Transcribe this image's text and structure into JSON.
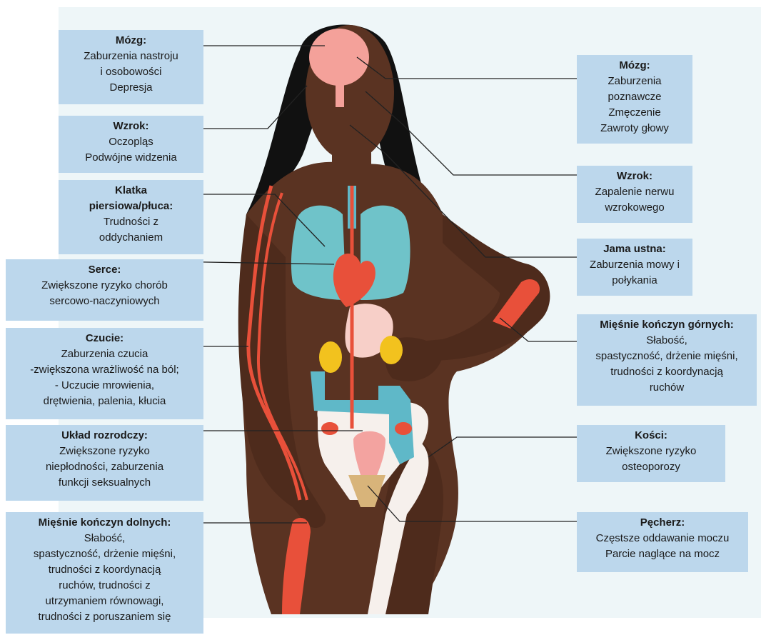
{
  "colors": {
    "skin": "#5a3322",
    "hair": "#111111",
    "artery": "#e8503a",
    "lungs": "#6fc3c9",
    "intestine": "#5fb8c8",
    "kidney": "#f2c21e",
    "brain": "#f4a19a",
    "bone": "#f6f0ec",
    "label_bg": "#bcd7ec",
    "panel_bg": "#eef6f8",
    "leader_line": "#222222"
  },
  "labels": {
    "brain_left": {
      "title": "Mózg:",
      "lines": [
        "Zaburzenia nastroju",
        "i osobowości",
        "Depresja"
      ]
    },
    "vision_left": {
      "title": "Wzrok:",
      "lines": [
        "Oczopląs",
        "Podwójne widzenia"
      ]
    },
    "chest": {
      "title": "Klatka",
      "title2": "piersiowa/płuca:",
      "lines": [
        "Trudności z",
        "oddychaniem"
      ]
    },
    "heart": {
      "title": "Serce:",
      "lines": [
        "Zwiększone ryzyko chorób",
        "sercowo-naczyniowych"
      ]
    },
    "sensation": {
      "title": "Czucie:",
      "lines": [
        "Zaburzenia czucia",
        "-zwiększona wrażliwość na ból;",
        "- Uczucie mrowienia,",
        "drętwienia, palenia, kłucia"
      ]
    },
    "reproductive": {
      "title": "Układ rozrodczy:",
      "lines": [
        "Zwiększone ryzyko",
        "niepłodności, zaburzenia",
        "funkcji seksualnych"
      ]
    },
    "lower_limbs": {
      "title": "Mięśnie kończyn dolnych:",
      "lines": [
        "Słabość,",
        "spastyczność, drżenie mięśni,",
        "trudności z koordynacją",
        "ruchów, trudności z",
        "utrzymaniem równowagi,",
        "trudności z poruszaniem się"
      ]
    },
    "brain_right": {
      "title": "Mózg:",
      "lines": [
        "Zaburzenia",
        "poznawcze",
        "Zmęczenie",
        "Zawroty głowy"
      ]
    },
    "vision_right": {
      "title": "Wzrok:",
      "lines": [
        "Zapalenie nerwu",
        "wzrokowego"
      ]
    },
    "mouth": {
      "title": "Jama ustna:",
      "lines": [
        "Zaburzenia mowy i",
        "połykania"
      ]
    },
    "upper_limbs": {
      "title": "Mięśnie kończyn górnych:",
      "lines": [
        "Słabość,",
        "spastyczność, drżenie mięśni,",
        "trudności z koordynacją",
        "ruchów"
      ]
    },
    "bones": {
      "title": "Kości:",
      "lines": [
        "Zwiększone ryzyko",
        "osteoporozy"
      ]
    },
    "bladder": {
      "title": "Pęcherz:",
      "lines": [
        "Częstsze oddawanie moczu",
        "Parcie naglące na mocz"
      ]
    }
  }
}
